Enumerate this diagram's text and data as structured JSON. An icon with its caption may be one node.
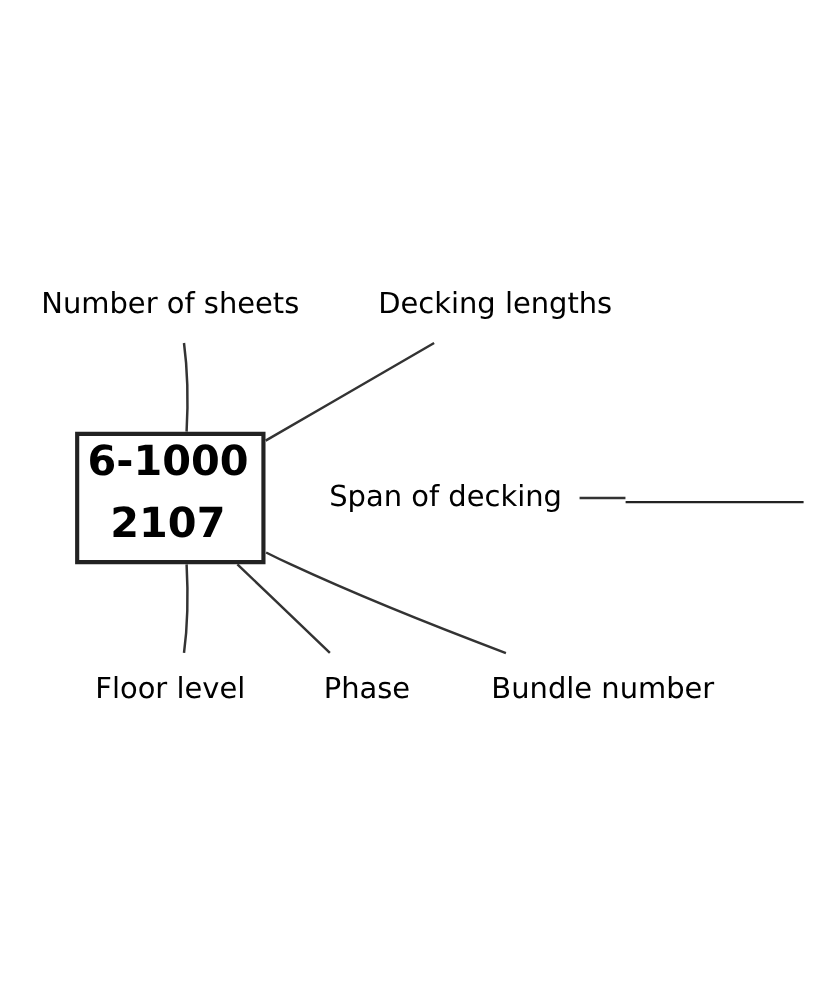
{
  "diagram": {
    "nodes": [
      {
        "text": [
          "Number of sheets"
        ]
      },
      {
        "text": [
          "Decking lengths"
        ]
      },
      {
        "text": [
          "6-1000",
          "2107"
        ]
      },
      {
        "text": [],
        "shape": "line"
      },
      {
        "text": [
          "Span of decking"
        ]
      },
      {
        "text": [
          "Floor level"
        ]
      },
      {
        "text": [
          "Phase"
        ]
      },
      {
        "text": [
          "Bundle number"
        ]
      }
    ],
    "edges": [
      {
        "from": 0,
        "to": 2,
        "arrow": "none"
      },
      {
        "from": 1,
        "to": 2,
        "arrow": "none"
      },
      {
        "from": 4,
        "to": 3,
        "arrow": "none"
      },
      {
        "from": 5,
        "to": 2,
        "arrow": "none"
      },
      {
        "from": 6,
        "to": 2,
        "arrow": "none"
      },
      {
        "from": 7,
        "to": 2,
        "arrow": "none"
      }
    ]
  }
}
